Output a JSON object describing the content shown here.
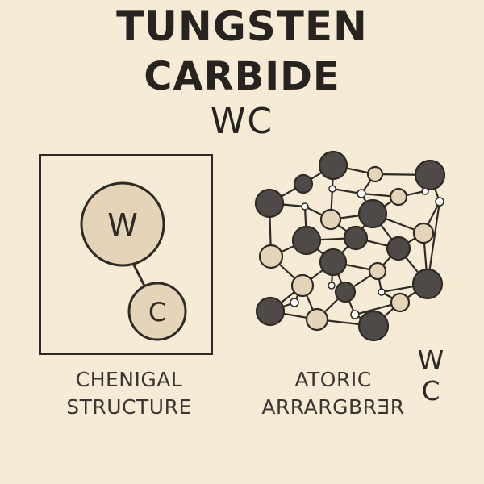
{
  "title": {
    "line1": "TUNGSTEN",
    "line2": "CARBIDE",
    "formula": "WC"
  },
  "left_panel": {
    "atom_w": "W",
    "atom_c": "C",
    "caption_line1": "CHENIGAL",
    "caption_line2": "STRUCTURE"
  },
  "right_panel": {
    "caption_line1": "ATORIC",
    "caption_line2": "ARRARGBRƎR"
  },
  "side_label": {
    "w": "W",
    "c": "C"
  },
  "colors": {
    "background": "#f6ecd6",
    "light_atom": "#e6d4b8",
    "dark_atom": "#4f4a47",
    "ink": "#2e2a26"
  }
}
